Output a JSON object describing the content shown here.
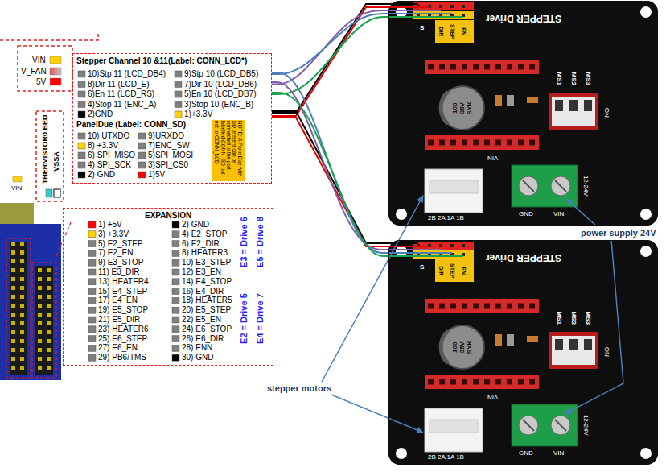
{
  "diagram": {
    "nodes": [
      {
        "text": [
          "Stepper Channel 10 &11(Label: CONN_LCD*)",
          "PanelDue (Label: CONN_SD)"
        ]
      },
      {
        "text": [
          "NOTE: A PanelDue with SD present can be connected to the port labelled CONN_SD but not to CONN_LCD"
        ],
        "in": 0
      },
      {
        "text": [
          "EXPANSION"
        ]
      },
      {
        "text": [
          "STEPPER Driver"
        ]
      },
      {
        "text": [
          "STEPPER Driver"
        ]
      }
    ],
    "edges": [
      {
        "from": 0,
        "to": 3,
        "arrow": "none"
      },
      {
        "from": 0,
        "to": 3,
        "arrow": "none"
      },
      {
        "from": 0,
        "to": 3,
        "arrow": "none"
      },
      {
        "from": 0,
        "to": 3,
        "arrow": "none"
      },
      {
        "from": 0,
        "to": 3,
        "arrow": "none"
      },
      {
        "from": 0,
        "to": 4,
        "arrow": "none"
      },
      {
        "from": 0,
        "to": 4,
        "arrow": "none"
      },
      {
        "from": 0,
        "to": 4,
        "arrow": "none"
      },
      {
        "from": 0,
        "to": 4,
        "arrow": "none"
      },
      {
        "from": 0,
        "to": 4,
        "arrow": "none"
      }
    ],
    "labels": [
      "VIN",
      "V_FAN",
      "5V",
      "10)Stp 11 (LCD_DB4)",
      "9)Stp 10 (LCD_DB5)",
      "8)Dir 11 (LCD_E)",
      "7)Dir 10 (LCD_DB6)",
      "6)En 11 (LCD_RS)",
      "5)En 10 (LCD_DB7)",
      "4)Stop 11 (ENC_A)",
      "3)Stop 10 (ENC_B)",
      "2)GND",
      "1)+3.3V",
      "10) UTXDO",
      "9)URXDO",
      "8) +3.3V",
      "7)ENC_SW",
      "6) SPI_MISO",
      "5)SPI_MOSI",
      "4) SPI_SCK",
      "3)SPI_CS0",
      "2) GND",
      "1)5V",
      "THERMISTOR0 BED",
      "VSSA",
      "VIN",
      "1) +5V",
      "2) GND",
      "3) +3.3V",
      "4) E2_STOP",
      "5) E2_STEP",
      "6) E2_DIR",
      "7) E2_EN",
      "8) HEATER3",
      "9) E3_STOP",
      "10) E3_STEP",
      "11) E3_DIR",
      "12) E3_EN",
      "13) HEATER4",
      "14) E4_STOP",
      "15) E4_STEP",
      "16) E4_DIR",
      "17) E4_EN",
      "18) HEATER5",
      "19) E5_STOP",
      "20) E5_STEP",
      "21) E5_DIR",
      "22) E5_EN",
      "23) HEATER6",
      "24) E6_STOP",
      "25) E6_STEP",
      "26) E6_DIR",
      "27) E6_EN",
      "28) ENN",
      "29) PB6/TMS",
      "30) GND",
      "E2 = Drive 5",
      "E3 = Drive 6",
      "E4 = Drive 7",
      "E5 = Drive 8",
      "S",
      "DIR",
      "STEP",
      "EN",
      "MS1",
      "MS2",
      "MS3",
      "100 35V SYK",
      "ON",
      "VIN",
      "2B 2A 1A 1B",
      "12-24V",
      "GND",
      "VIN",
      "power supply 24V",
      "S",
      "DIR",
      "STEP",
      "EN",
      "MS1",
      "MS2",
      "MS3",
      "100 35V SYK",
      "ON",
      "VIN",
      "2B 2A 1A 1B",
      "12-24V",
      "GND",
      "VIN",
      "stepper motors"
    ]
  }
}
